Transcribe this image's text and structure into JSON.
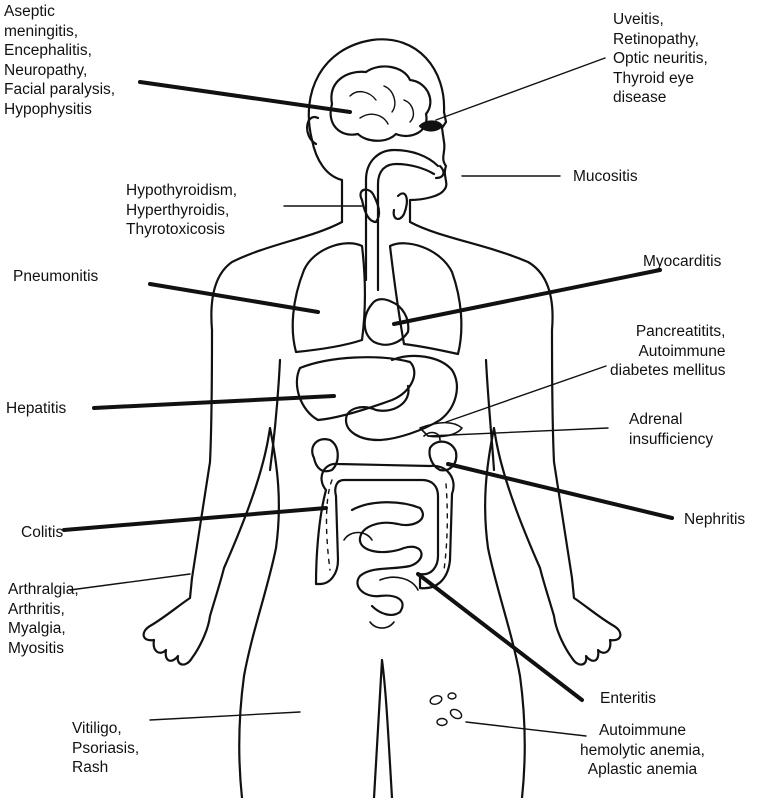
{
  "figure": {
    "labels": {
      "neuro": [
        "Aseptic",
        "meningitis,",
        "Encephalitis,",
        "Neuropathy,",
        "Facial paralysis,",
        "Hypophysitis"
      ],
      "eye": [
        "Uveitis,",
        "Retinopathy,",
        "Optic neuritis,",
        "Thyroid eye",
        "disease"
      ],
      "mucositis": [
        "Mucositis"
      ],
      "thyroid": [
        "Hypothyroidism,",
        "Hyperthyroidis,",
        "Thyrotoxicosis"
      ],
      "pneumonitis": [
        "Pneumonitis"
      ],
      "myocarditis": [
        "Myocarditis"
      ],
      "pancreas": [
        "Pancreatitits,",
        "Autoimmune",
        "diabetes mellitus"
      ],
      "adrenal": [
        "Adrenal",
        "insufficiency"
      ],
      "hepatitis": [
        "Hepatitis"
      ],
      "colitis": [
        "Colitis"
      ],
      "nephritis": [
        "Nephritis"
      ],
      "musculo": [
        "Arthralgia,",
        "Arthritis,",
        "Myalgia,",
        "Myositis"
      ],
      "enteritis": [
        "Enteritis"
      ],
      "skin": [
        "Vitiligo,",
        "Psoriasis,",
        "Rash"
      ],
      "blood": [
        "Autoimmune",
        "hemolytic anemia,",
        "Aplastic anemia"
      ]
    },
    "colors": {
      "ink": "#111111",
      "background": "#ffffff"
    }
  }
}
